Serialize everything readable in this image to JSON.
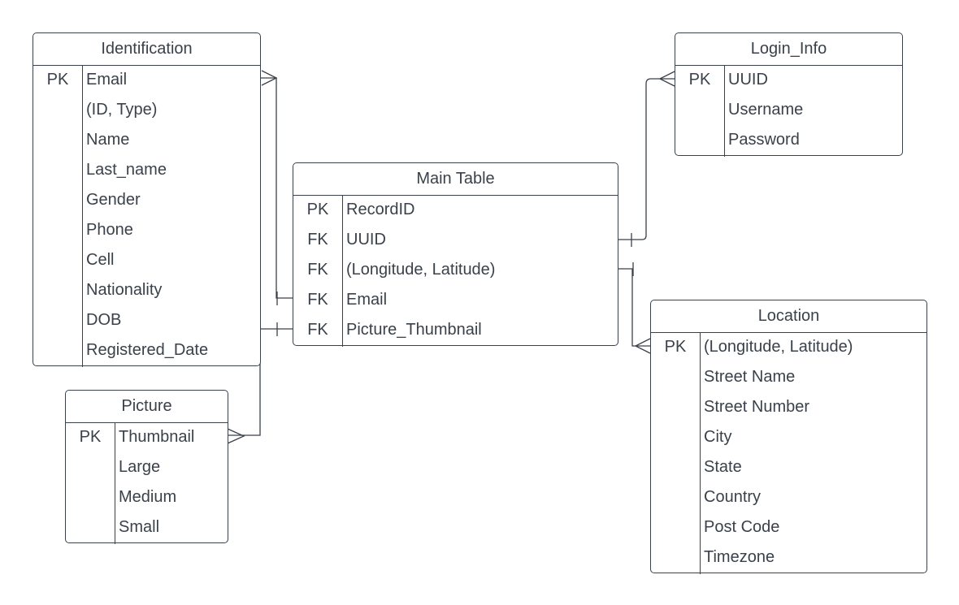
{
  "entities": {
    "identification": {
      "title": "Identification",
      "rows": [
        {
          "key": "PK",
          "field": "Email"
        },
        {
          "key": "",
          "field": "(ID, Type)"
        },
        {
          "key": "",
          "field": "Name"
        },
        {
          "key": "",
          "field": "Last_name"
        },
        {
          "key": "",
          "field": "Gender"
        },
        {
          "key": "",
          "field": "Phone"
        },
        {
          "key": "",
          "field": "Cell"
        },
        {
          "key": "",
          "field": "Nationality"
        },
        {
          "key": "",
          "field": "DOB"
        },
        {
          "key": "",
          "field": "Registered_Date"
        }
      ]
    },
    "picture": {
      "title": "Picture",
      "rows": [
        {
          "key": "PK",
          "field": "Thumbnail"
        },
        {
          "key": "",
          "field": "Large"
        },
        {
          "key": "",
          "field": "Medium"
        },
        {
          "key": "",
          "field": "Small"
        }
      ]
    },
    "main_table": {
      "title": "Main Table",
      "rows": [
        {
          "key": "PK",
          "field": "RecordID"
        },
        {
          "key": "FK",
          "field": "UUID"
        },
        {
          "key": "FK",
          "field": "(Longitude, Latitude)"
        },
        {
          "key": "FK",
          "field": "Email"
        },
        {
          "key": "FK",
          "field": "Picture_Thumbnail"
        }
      ]
    },
    "login_info": {
      "title": "Login_Info",
      "rows": [
        {
          "key": "PK",
          "field": "UUID"
        },
        {
          "key": "",
          "field": "Username"
        },
        {
          "key": "",
          "field": "Password"
        }
      ]
    },
    "location": {
      "title": "Location",
      "rows": [
        {
          "key": "PK",
          "field": "(Longitude, Latitude)"
        },
        {
          "key": "",
          "field": "Street Name"
        },
        {
          "key": "",
          "field": "Street Number"
        },
        {
          "key": "",
          "field": "City"
        },
        {
          "key": "",
          "field": "State"
        },
        {
          "key": "",
          "field": "Country"
        },
        {
          "key": "",
          "field": "Post Code"
        },
        {
          "key": "",
          "field": "Timezone"
        }
      ]
    }
  },
  "relationships": [
    {
      "from": "main_table.Email",
      "to": "identification.Email",
      "from_cardinality": "one",
      "to_cardinality": "many"
    },
    {
      "from": "main_table.Picture_Thumbnail",
      "to": "picture.Thumbnail",
      "from_cardinality": "one",
      "to_cardinality": "many"
    },
    {
      "from": "main_table.UUID",
      "to": "login_info.UUID",
      "from_cardinality": "one",
      "to_cardinality": "many"
    },
    {
      "from": "main_table.(Longitude, Latitude)",
      "to": "location.(Longitude, Latitude)",
      "from_cardinality": "one",
      "to_cardinality": "many"
    }
  ],
  "colors": {
    "line": "#3a414a",
    "text": "#3a414a",
    "background": "#ffffff"
  }
}
